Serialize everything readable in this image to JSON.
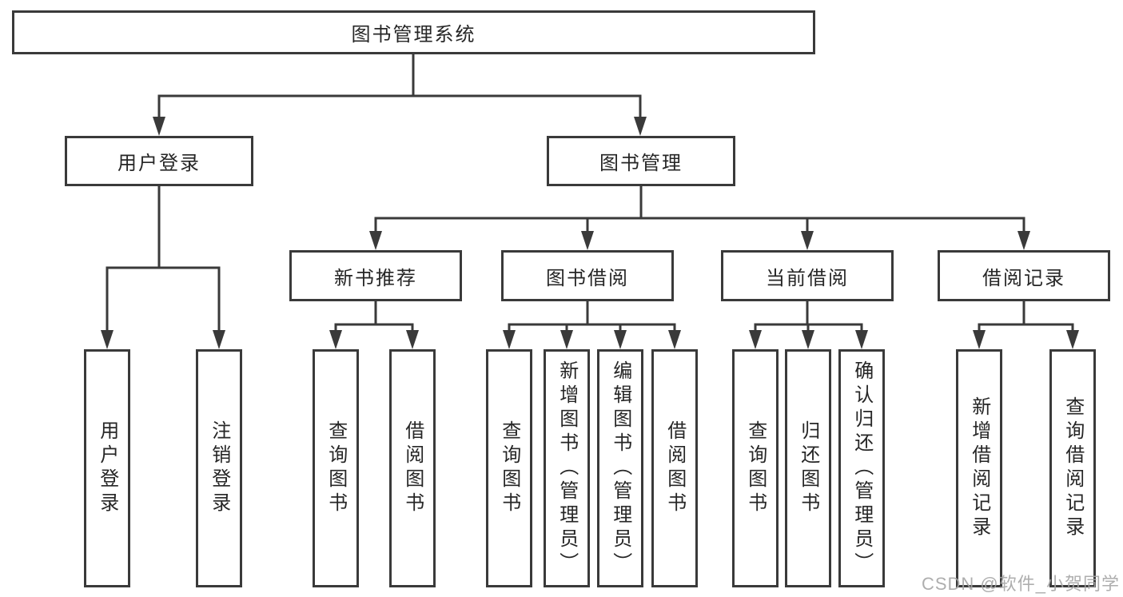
{
  "tree": {
    "label": "图书管理系统",
    "children": [
      {
        "label": "用户登录",
        "children": [
          {
            "label": "用户登录"
          },
          {
            "label": "注销登录"
          }
        ]
      },
      {
        "label": "图书管理",
        "children": [
          {
            "label": "新书推荐",
            "children": [
              {
                "label": "查询图书"
              },
              {
                "label": "借阅图书"
              }
            ]
          },
          {
            "label": "图书借阅",
            "children": [
              {
                "label": "查询图书"
              },
              {
                "label": "新增图书（管理员）"
              },
              {
                "label": "编辑图书（管理员）"
              },
              {
                "label": "借阅图书"
              }
            ]
          },
          {
            "label": "当前借阅",
            "children": [
              {
                "label": "查询图书"
              },
              {
                "label": "归还图书"
              },
              {
                "label": "确认归还（管理员）"
              }
            ]
          },
          {
            "label": "借阅记录",
            "children": [
              {
                "label": "新增借阅记录"
              },
              {
                "label": "查询借阅记录"
              }
            ]
          }
        ]
      }
    ]
  },
  "watermark": {
    "text": "CSDN @软件_小贺同学"
  },
  "colors": {
    "line": "#3a3a3a",
    "text": "#262626",
    "background": "#ffffff",
    "watermark": "#a5a5a5"
  }
}
